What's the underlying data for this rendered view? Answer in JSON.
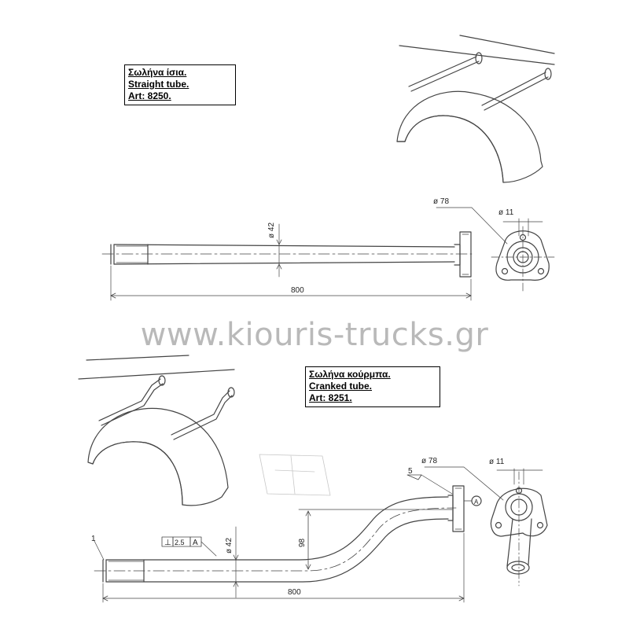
{
  "straight_tube": {
    "name_gr": "Σωλήνα ίσια.",
    "name_en": "Straight tube.",
    "article": "Art: 8250.",
    "dim_diameter": "ø 42",
    "dim_length": "800",
    "dim_flange": "ø 78",
    "dim_hole": "ø 11"
  },
  "watermark": "www.kiouris-trucks.gr",
  "cranked_tube": {
    "name_gr": "Σωλήνα κούρμπα.",
    "name_en": "Cranked tube.",
    "article": "Art: 8251.",
    "dim_diameter": "ø 42",
    "dim_length": "800",
    "dim_offset": "98",
    "dim_flange": "ø 78",
    "dim_hole": "ø 11",
    "tolerance_symbol": "⊥",
    "tolerance_value": "2.5",
    "tolerance_datum": "A",
    "weld_size": "5",
    "datum_mark": "A",
    "item_number": "1"
  }
}
